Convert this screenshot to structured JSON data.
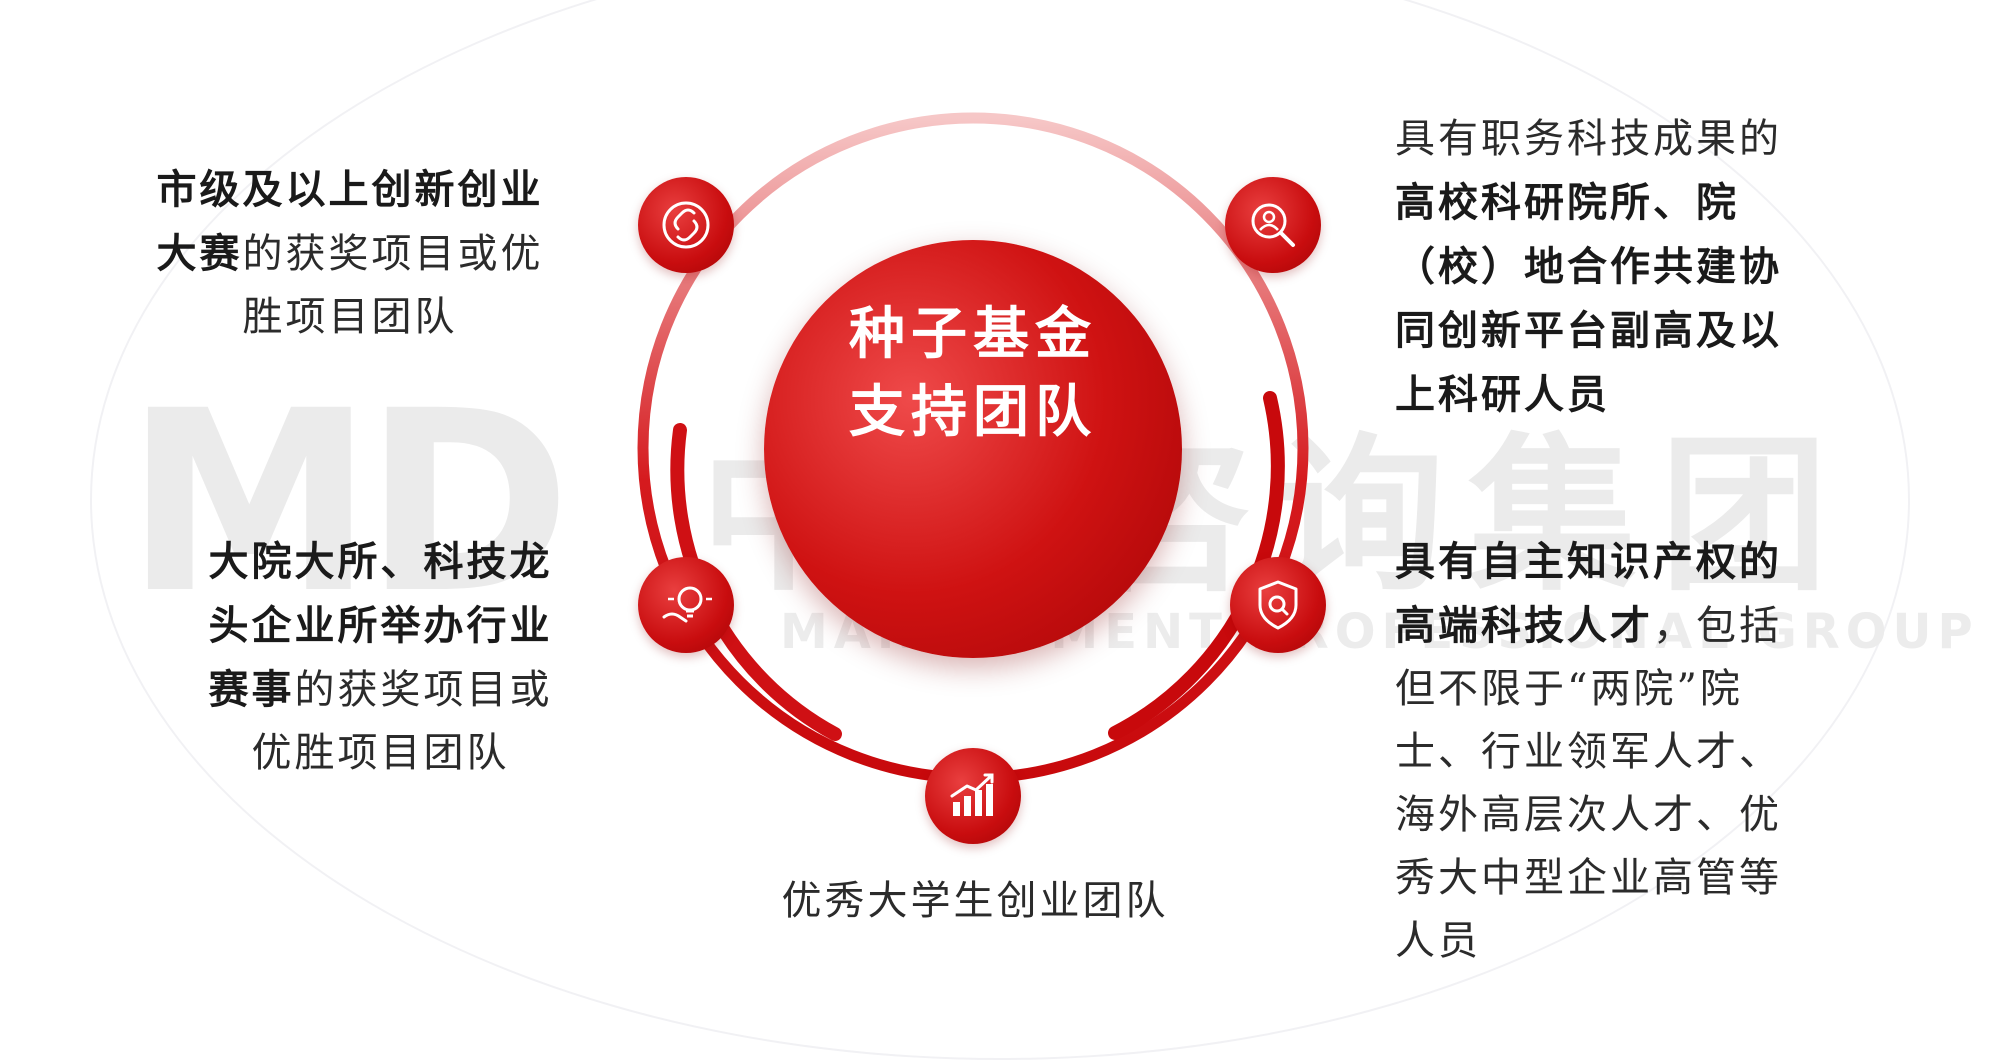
{
  "watermark": {
    "logo": "MD",
    "cn": "中大咨询集团",
    "en": "MANAGEMENT PROFESSIONAL GROUP"
  },
  "center": {
    "label": "种子基金支持团队"
  },
  "colors": {
    "primary_red": "#c8090c",
    "arc_red": "#d51a1e"
  },
  "nodes": [
    {
      "id": "top-left",
      "icon": "link-icon"
    },
    {
      "id": "top-right",
      "icon": "search-person-icon"
    },
    {
      "id": "middle-left",
      "icon": "hand-lightbulb-icon"
    },
    {
      "id": "middle-right",
      "icon": "shield-search-icon"
    },
    {
      "id": "bottom",
      "icon": "bar-chart-growth-icon"
    }
  ],
  "blocks": {
    "top_left": {
      "bold": "市级及以上创新创业大赛",
      "normal": "的获奖项目或优胜项目团队"
    },
    "top_right": {
      "normal1": "具有职务科技成果的",
      "bold": "高校科研院所、院（校）地合作共建协同创新平台副高及以上科研人员"
    },
    "middle_left": {
      "bold": "大院大所、科技龙头企业所举办行业赛事",
      "normal": "的获奖项目或优胜项目团队"
    },
    "middle_right": {
      "bold": "具有自主知识产权的高端科技人才",
      "normal": "，包括但不限于“两院”院士、行业领军人才、海外高层次人才、优秀大中型企业高管等人员"
    },
    "bottom": {
      "normal": "优秀大学生创业团队"
    }
  }
}
